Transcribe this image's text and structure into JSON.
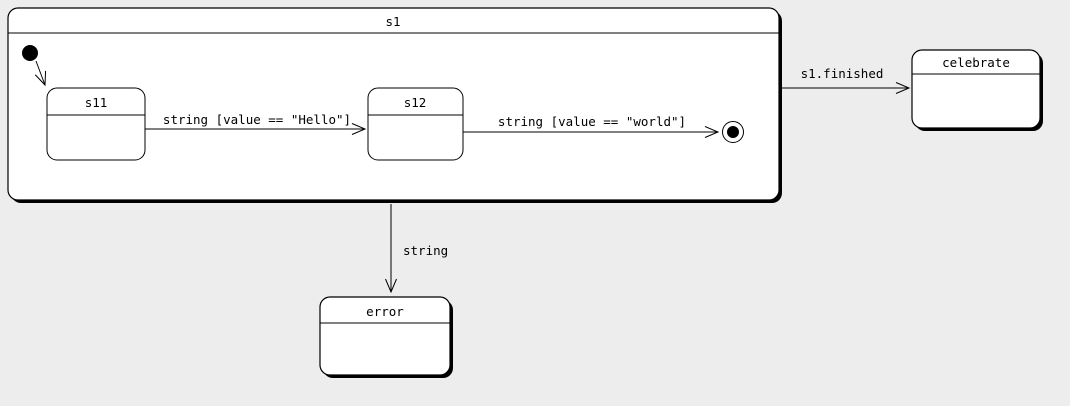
{
  "diagram": {
    "kind": "uml-statechart",
    "background_color": "#ededed",
    "state_fill_color": "#ffffff",
    "stroke_color": "#000000"
  },
  "states": {
    "s1": {
      "label": "s1"
    },
    "s11": {
      "label": "s11"
    },
    "s12": {
      "label": "s12"
    },
    "celebrate": {
      "label": "celebrate"
    },
    "error": {
      "label": "error"
    }
  },
  "pseudostates": {
    "initial": {
      "name": "initial-state"
    },
    "final": {
      "name": "final-state"
    }
  },
  "transitions": {
    "s11_to_s12": {
      "label": "string [value == \"Hello\"]"
    },
    "s12_to_final": {
      "label": "string [value == \"world\"]"
    },
    "s1_to_celebrate": {
      "label": "s1.finished"
    },
    "s1_to_error": {
      "label": "string"
    }
  }
}
